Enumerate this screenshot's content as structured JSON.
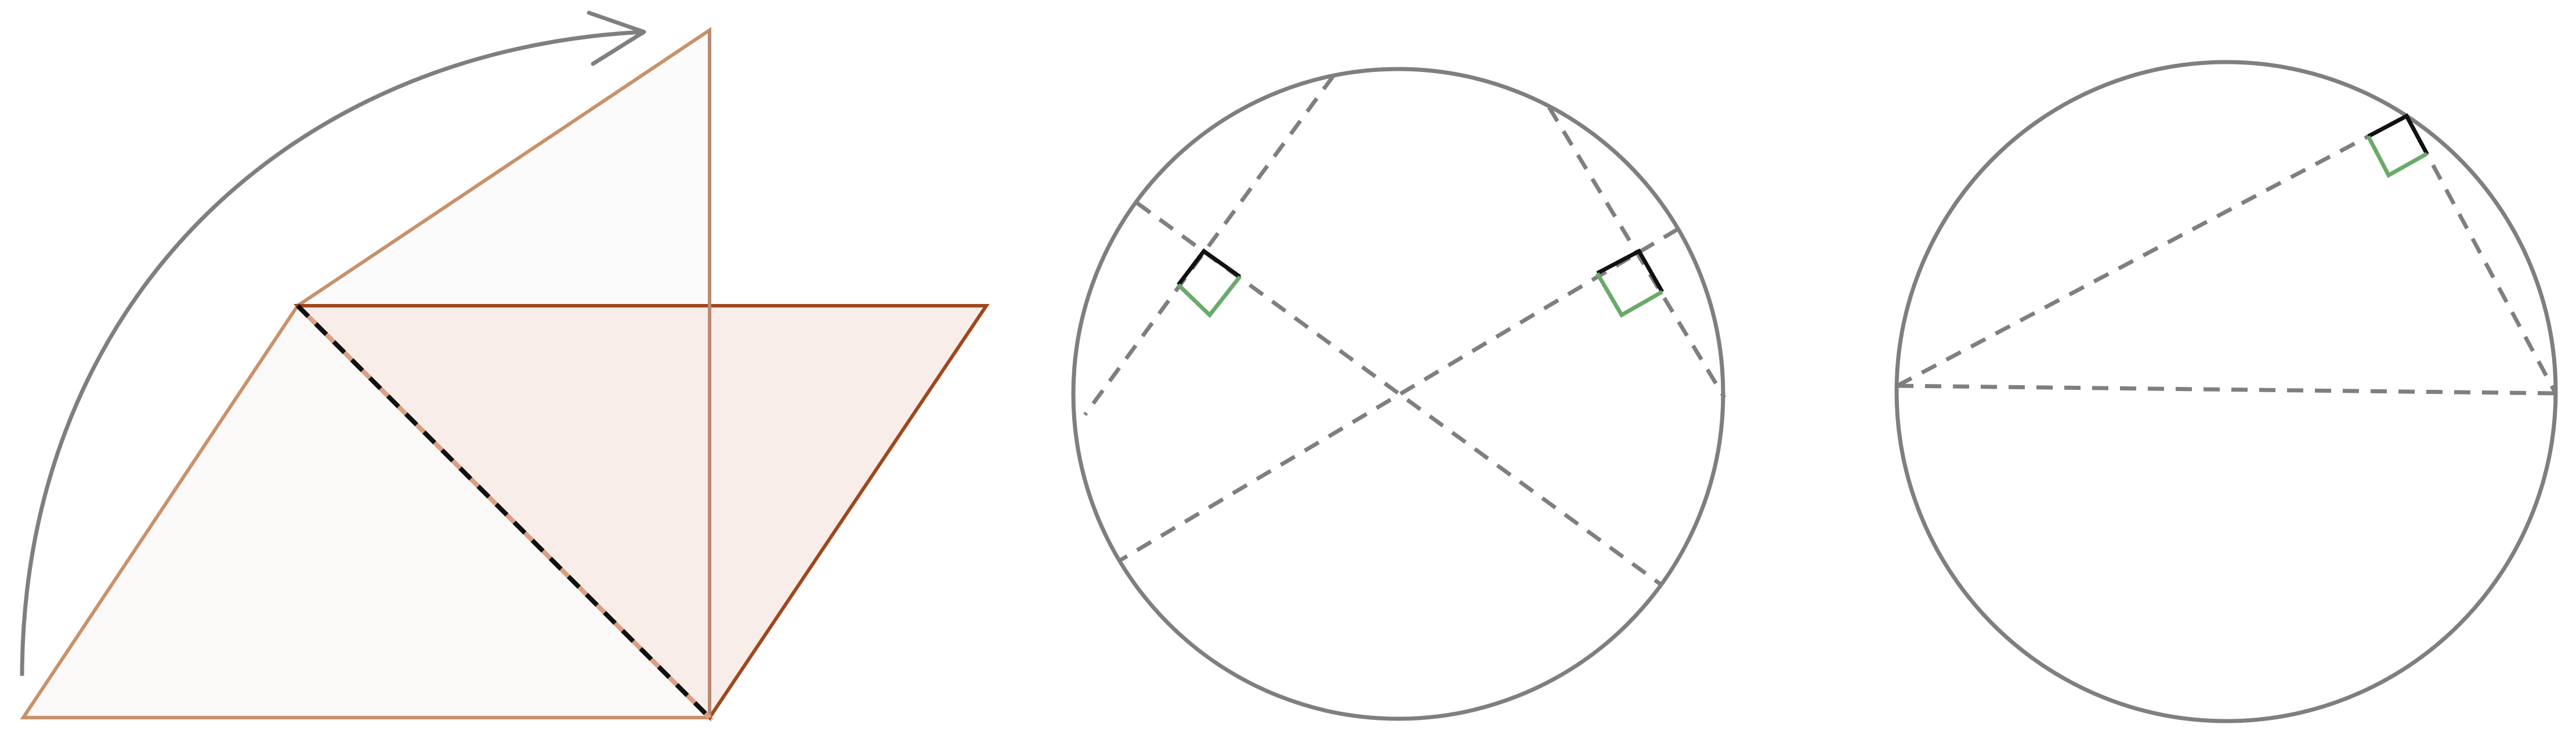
{
  "diagram": {
    "panels": [
      {
        "name": "rotated-triangles"
      },
      {
        "name": "circle-with-two-right-angle-chords"
      },
      {
        "name": "circle-with-inscribed-right-triangle"
      }
    ]
  },
  "colors": {
    "circle_stroke": "#7f7f7f",
    "dashed": "#7f7f7f",
    "right_angle_green": "#6aaa6a",
    "right_angle_black": "#111111",
    "triangle_light_stroke": "#c9916a",
    "triangle_dark_stroke": "#a0471e",
    "triangle_light_fill": "#fbf9f8",
    "triangle_dark_fill": "#f5e8e4",
    "rotation_arrow": "#7f7f7f"
  }
}
